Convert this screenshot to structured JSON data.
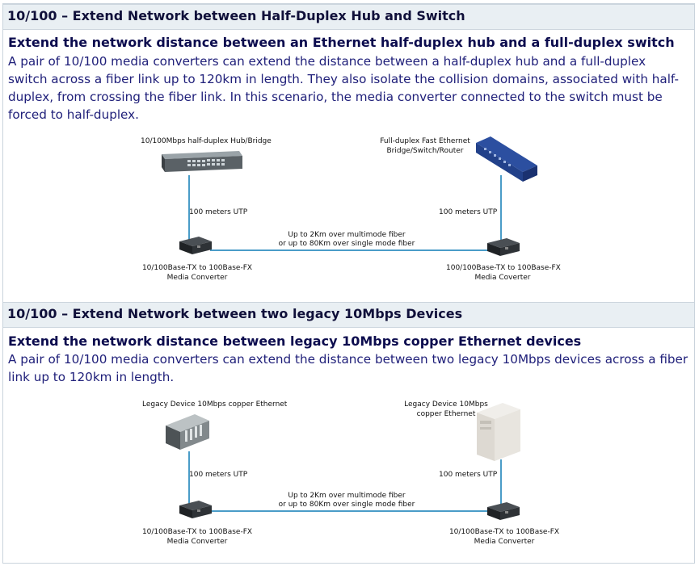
{
  "section1": {
    "header": "10/100 – Extend Network between Half-Duplex Hub and Switch",
    "subtitle": "Extend the network distance between an Ethernet half-duplex hub and a full-duplex switch",
    "paragraph": "A pair of 10/100 media converters can extend the distance between a half-duplex hub and a full-duplex switch across a fiber link up to 120km in length. They also isolate the collision domains, associated with half-duplex, from crossing the fiber link. In this scenario, the media converter connected to the switch must be forced to half-duplex.",
    "diagram": {
      "left_device": "10/100Mbps half-duplex Hub/Bridge",
      "right_device_line1": "Full-duplex Fast Ethernet",
      "right_device_line2": "Bridge/Switch/Router",
      "left_utp": "100 meters UTP",
      "right_utp": "100 meters UTP",
      "fiber_line1": "Up to 2Km over multimode fiber",
      "fiber_line2": "or up to 80Km over single mode fiber",
      "left_converter_line1": "10/100Base-TX to 100Base-FX",
      "left_converter_line2": "Media Converter",
      "right_converter_line1": "100/100Base-TX to 100Base-FX",
      "right_converter_line2": "Media Coverter"
    }
  },
  "section2": {
    "header": "10/100 – Extend Network between two legacy 10Mbps Devices",
    "subtitle": "Extend the network distance between legacy 10Mbps copper Ethernet devices",
    "paragraph": "A pair of 10/100 media converters can extend the distance between two legacy 10Mbps devices across a fiber link up to 120km in length.",
    "diagram": {
      "left_device": "Legacy Device 10Mbps copper Ethernet",
      "right_device_line1": "Legacy Device 10Mbps",
      "right_device_line2": "copper Ethernet",
      "left_utp": "100 meters UTP",
      "right_utp": "100 meters UTP",
      "fiber_line1": "Up to 2Km over multimode fiber",
      "fiber_line2": "or up to 80Km over single mode fiber",
      "left_converter_line1": "10/100Base-TX to 100Base-FX",
      "left_converter_line2": "Media Converter",
      "right_converter_line1": "10/100Base-TX to 100Base-FX",
      "right_converter_line2": "Media Converter"
    }
  },
  "colors": {
    "header_bg": "#e9eff3",
    "heading_text": "#10103a",
    "body_text": "#20207a",
    "fiber_line": "#4a9cc8"
  }
}
